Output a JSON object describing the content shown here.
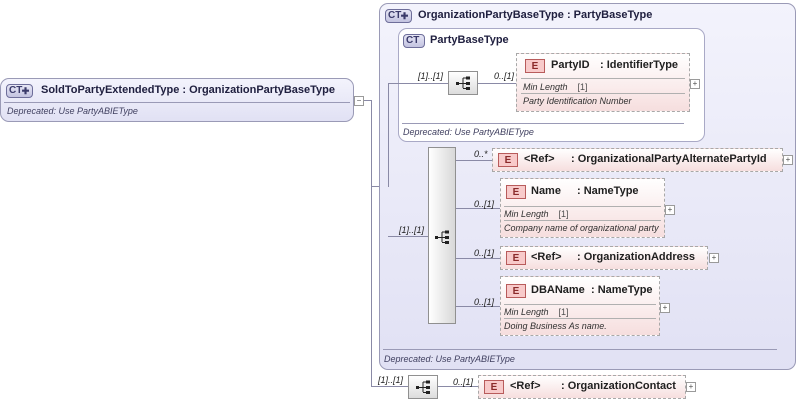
{
  "colors": {
    "ct_fill_top": "#f3f3fc",
    "ct_fill_bottom": "#e1e1f4",
    "ct_border": "#9a9ab6",
    "element_fill": "#f6dede",
    "element_badge": "#f8caca",
    "line": "#8a8aa6"
  },
  "root": {
    "badge": "CT",
    "title": "SoldToPartyExtendedType : OrganizationPartyBaseType",
    "description": "Deprecated: Use PartyABIEType",
    "collapse_icon": "minus-icon"
  },
  "org_base": {
    "badge": "CT",
    "title": "OrganizationPartyBaseType : PartyBaseType",
    "description": "Deprecated: Use PartyABIEType"
  },
  "party_base": {
    "badge": "CT",
    "title": "PartyBaseType",
    "description": "Deprecated: Use PartyABIEType",
    "sequence_cardinality": "[1]..[1]",
    "element": {
      "badge": "E",
      "name": "PartyID",
      "type": ": IdentifierType",
      "cardinality": "0..[1]",
      "facet_label": "Min Length",
      "facet_value": "[1]",
      "description": "Party Identification Number"
    }
  },
  "org_sequence": {
    "cardinality": "[1]..[1]",
    "elements": [
      {
        "badge": "E",
        "name": "<Ref>",
        "type": ": OrganizationalPartyAlternatePartyId",
        "cardinality": "0..*"
      },
      {
        "badge": "E",
        "name": "Name",
        "type": ": NameType",
        "cardinality": "0..[1]",
        "facet_label": "Min Length",
        "facet_value": "[1]",
        "description": "Company name of organizational party"
      },
      {
        "badge": "E",
        "name": "<Ref>",
        "type": ": OrganizationAddress",
        "cardinality": "0..[1]"
      },
      {
        "badge": "E",
        "name": "DBAName",
        "type": ": NameType",
        "cardinality": "0..[1]",
        "facet_label": "Min Length",
        "facet_value": "[1]",
        "description": "Doing Business As name."
      }
    ]
  },
  "extension_sequence": {
    "cardinality": "[1]..[1]",
    "element": {
      "badge": "E",
      "name": "<Ref>",
      "type": ": OrganizationContact",
      "cardinality": "0..[1]"
    }
  },
  "icons": {
    "expand": "+",
    "collapse": "−",
    "sequence": "sequence-icon"
  }
}
